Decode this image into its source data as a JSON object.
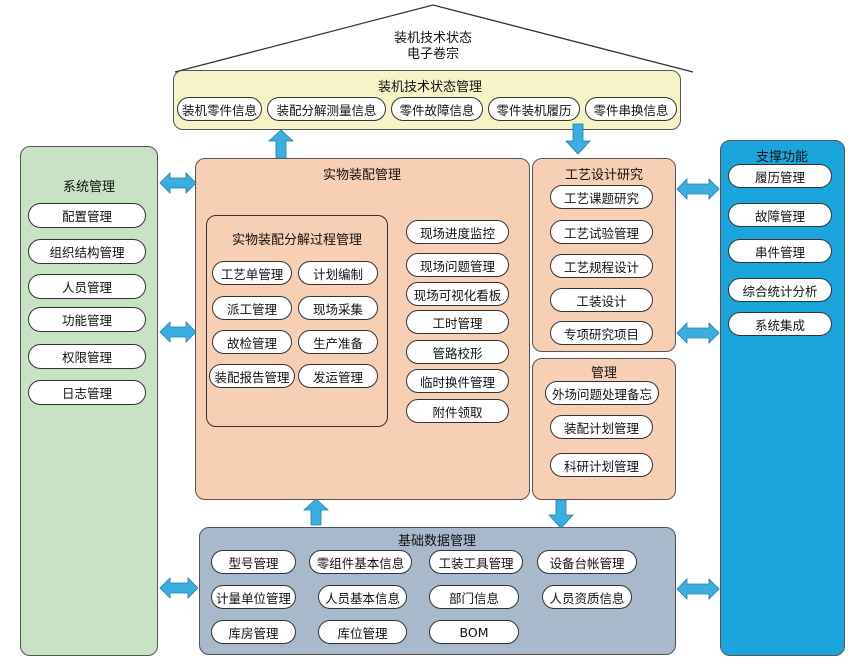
{
  "roof": {
    "line1": "装机技术状态",
    "line2": "电子卷宗"
  },
  "tech_status": {
    "title": "装机技术状态管理",
    "items": [
      "装机零件信息",
      "装配分解测量信息",
      "零件故障信息",
      "零件装机履历",
      "零件串换信息"
    ]
  },
  "system": {
    "title": "系统管理",
    "items": [
      "配置管理",
      "组织结构管理",
      "人员管理",
      "功能管理",
      "权限管理",
      "日志管理"
    ]
  },
  "assembly": {
    "title": "实物装配管理",
    "process": {
      "title": "实物装配分解过程管理",
      "items": [
        "工艺单管理",
        "计划编制",
        "派工管理",
        "现场采集",
        "故检管理",
        "生产准备",
        "装配报告管理",
        "发运管理"
      ]
    },
    "site_items": [
      "现场进度监控",
      "现场问题管理",
      "现场可视化看板",
      "工时管理",
      "管路校形",
      "临时换件管理",
      "附件领取"
    ]
  },
  "process_design": {
    "title": "工艺设计研究",
    "items": [
      "工艺课题研究",
      "工艺试验管理",
      "工艺规程设计",
      "工装设计",
      "专项研究项目"
    ]
  },
  "management": {
    "title": "管理",
    "items": [
      "外场问题处理备忘",
      "装配计划管理",
      "科研计划管理"
    ]
  },
  "support": {
    "title": "支撑功能",
    "items": [
      "履历管理",
      "故障管理",
      "串件管理",
      "综合统计分析",
      "系统集成"
    ]
  },
  "base_data": {
    "title": "基础数据管理",
    "items": [
      "型号管理",
      "零组件基本信息",
      "工装工具管理",
      "设备台帐管理",
      "计量单位管理",
      "人员基本信息",
      "部门信息",
      "人员资质信息",
      "库房管理",
      "库位管理",
      "BOM"
    ]
  },
  "colors": {
    "yellow": "#f6f3c8",
    "green": "#c7e3c3",
    "peach": "#f6cfb5",
    "slate": "#a8b9cc",
    "blue": "#1aa6dc",
    "arrow": "#3aaee0"
  }
}
